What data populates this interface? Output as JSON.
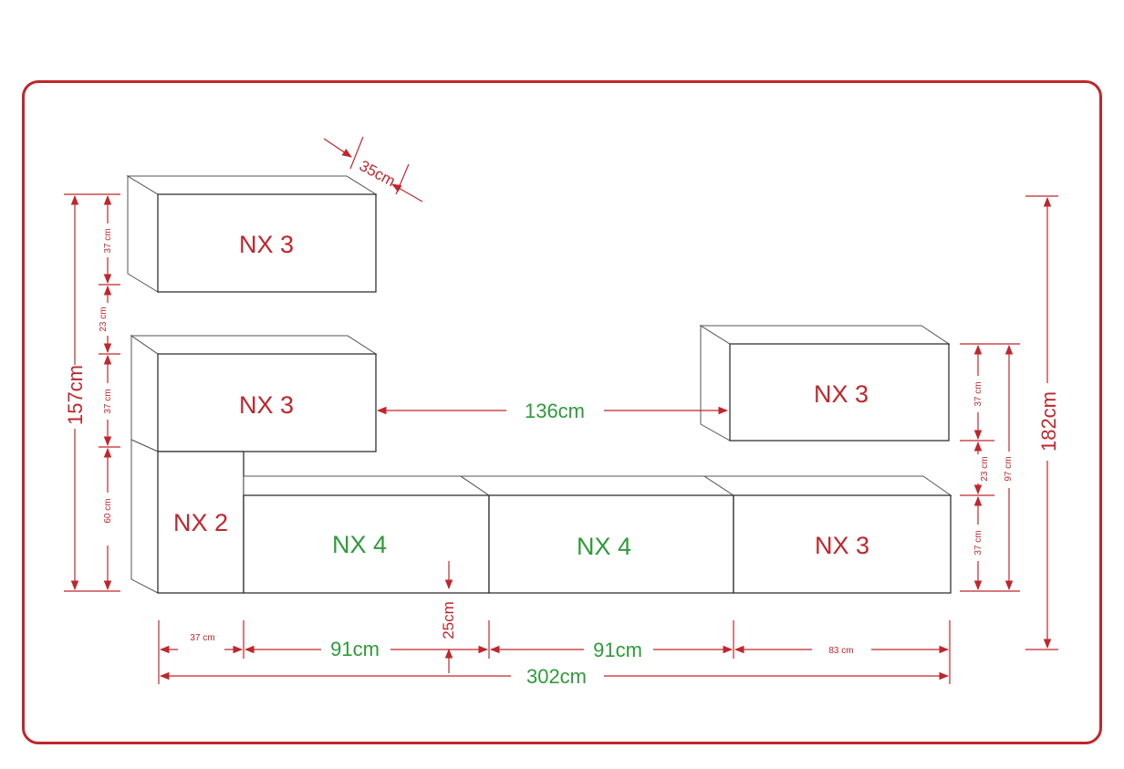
{
  "modules": {
    "top_left": "NX 3",
    "mid_left": "NX 3",
    "right_upper": "NX 3",
    "side_left": "NX 2",
    "bottom_1": "NX 4",
    "bottom_2": "NX 4",
    "bottom_3": "NX 3"
  },
  "dimensions": {
    "depth": "35cm",
    "gap_between": "136cm",
    "left_height_total": "157cm",
    "right_height_total": "182cm",
    "left_top_cabinet": "37 cm",
    "left_gap": "23 cm",
    "left_mid_cabinet": "37 cm",
    "left_lower": "60 cm",
    "right_upper_cabinet": "37 cm",
    "right_gap": "23 cm",
    "right_lower_cabinet": "37 cm",
    "right_combined": "97 cm",
    "floor_gap": "25cm",
    "width_side": "37 cm",
    "width_bottom_1": "91cm",
    "width_bottom_2": "91cm",
    "width_bottom_3": "83 cm",
    "width_total": "302cm"
  },
  "colors": {
    "dimension_red": "#c0262c",
    "nx4_green": "#2e9b3a",
    "outline": "#333333"
  }
}
